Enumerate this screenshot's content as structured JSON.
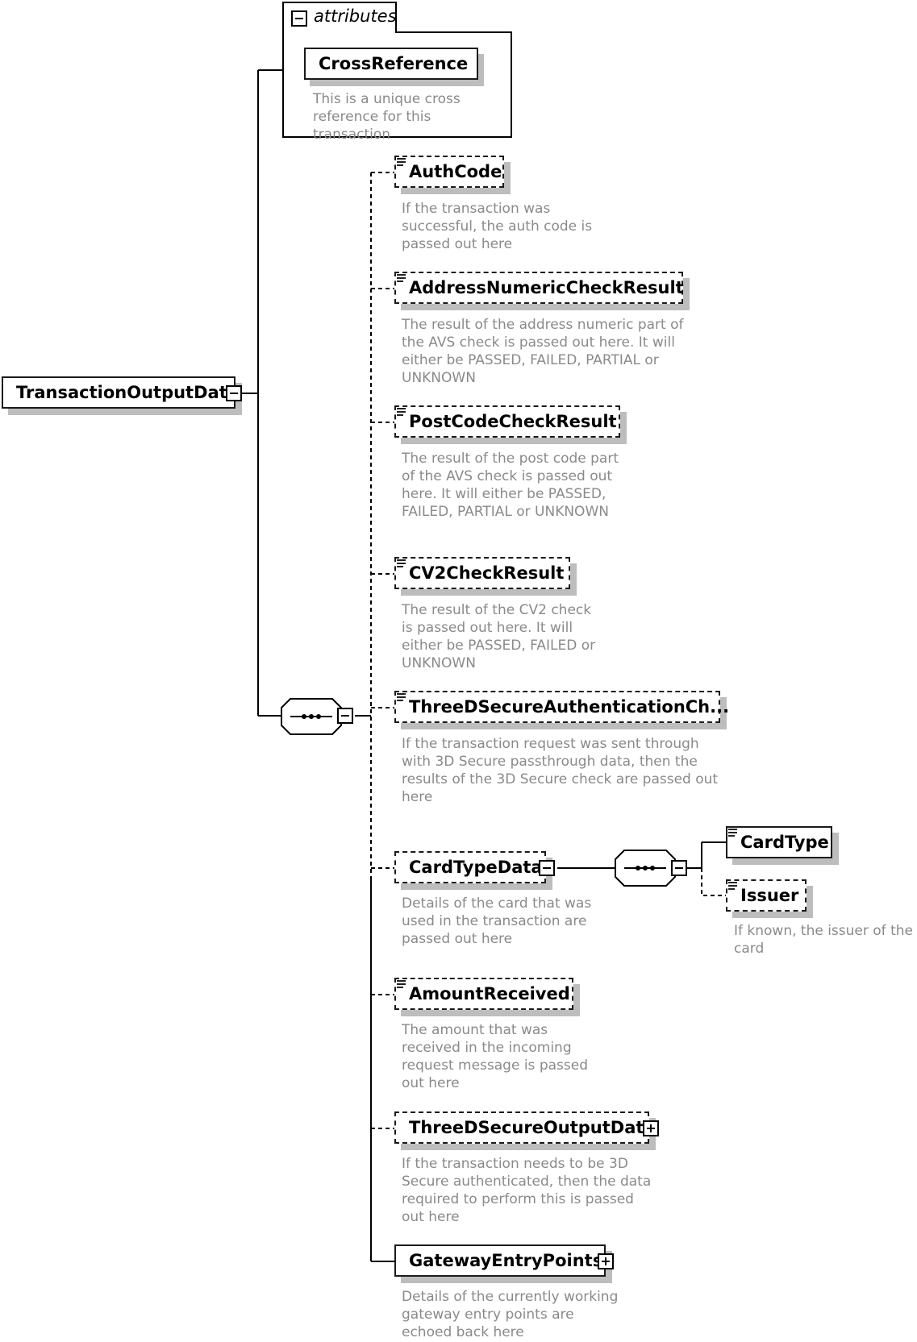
{
  "root": {
    "label": "TransactionOutputData"
  },
  "attributes": {
    "tab_label": "attributes",
    "item": {
      "label": "CrossReference",
      "doc": "This is a unique cross reference for this transaction"
    }
  },
  "elements": [
    {
      "id": "authcode",
      "label": "AuthCode",
      "doc": "If the transaction was successful, the auth code is passed out here"
    },
    {
      "id": "anc",
      "label": "AddressNumericCheckResult",
      "doc": "The result of the address numeric part of the AVS check is passed out here. It will either be PASSED, FAILED, PARTIAL or UNKNOWN"
    },
    {
      "id": "pcc",
      "label": "PostCodeCheckResult",
      "doc": "The result of the post code part of the AVS check is passed out here. It will either be PASSED, FAILED, PARTIAL or UNKNOWN"
    },
    {
      "id": "cv2",
      "label": "CV2CheckResult",
      "doc": "The result of the CV2 check is passed out here. It will either be PASSED, FAILED or UNKNOWN"
    },
    {
      "id": "tdsac",
      "label": "ThreeDSecureAuthenticationCh...",
      "doc": "If the transaction request was sent through with 3D Secure passthrough data, then the results of the 3D Secure check are passed out here"
    },
    {
      "id": "ctd",
      "label": "CardTypeData",
      "doc": "Details of the card that was used in the transaction are passed out here"
    },
    {
      "id": "amt",
      "label": "AmountReceived",
      "doc": "The amount that was received in the incoming request message is passed out here"
    },
    {
      "id": "tdso",
      "label": "ThreeDSecureOutputData",
      "doc": "If the transaction needs to be 3D Secure authenticated, then the data required to perform this is passed out here"
    },
    {
      "id": "gep",
      "label": "GatewayEntryPoints",
      "doc": "Details of the currently working gateway entry points are echoed back here"
    }
  ],
  "card_type_children": [
    {
      "id": "cardtype",
      "label": "CardType",
      "doc": ""
    },
    {
      "id": "issuer",
      "label": "Issuer",
      "doc": "If known, the issuer of the card"
    }
  ]
}
